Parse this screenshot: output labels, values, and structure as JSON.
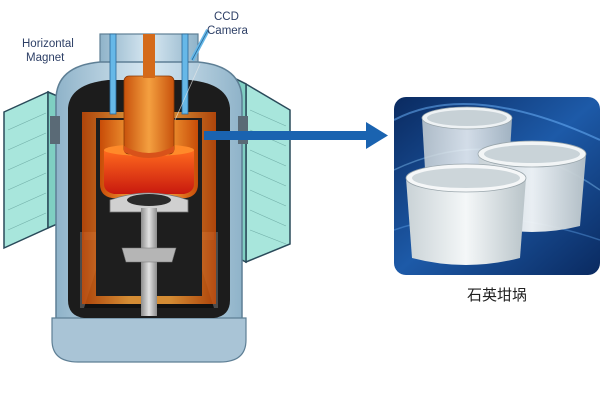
{
  "labels": {
    "magnet_line1": "Horizontal",
    "magnet_line2": "Magnet",
    "camera_line1": "CCD",
    "camera_line2": "Camera",
    "photo_caption": "石英坩埚"
  },
  "colors": {
    "magnet_fill": "#a8e6dc",
    "magnet_stroke": "#2a4a5a",
    "vessel_outer": "#b6cfe0",
    "vessel_dark": "#1c1c1c",
    "heater_orange": "#f08a1a",
    "melt_red": "#d8261a",
    "arrow_blue": "#1a63b0",
    "photo_bg": "#0d2f66"
  },
  "icons": {
    "arrow": "right-arrow-icon",
    "crucible": "quartz-crucible-icon"
  }
}
